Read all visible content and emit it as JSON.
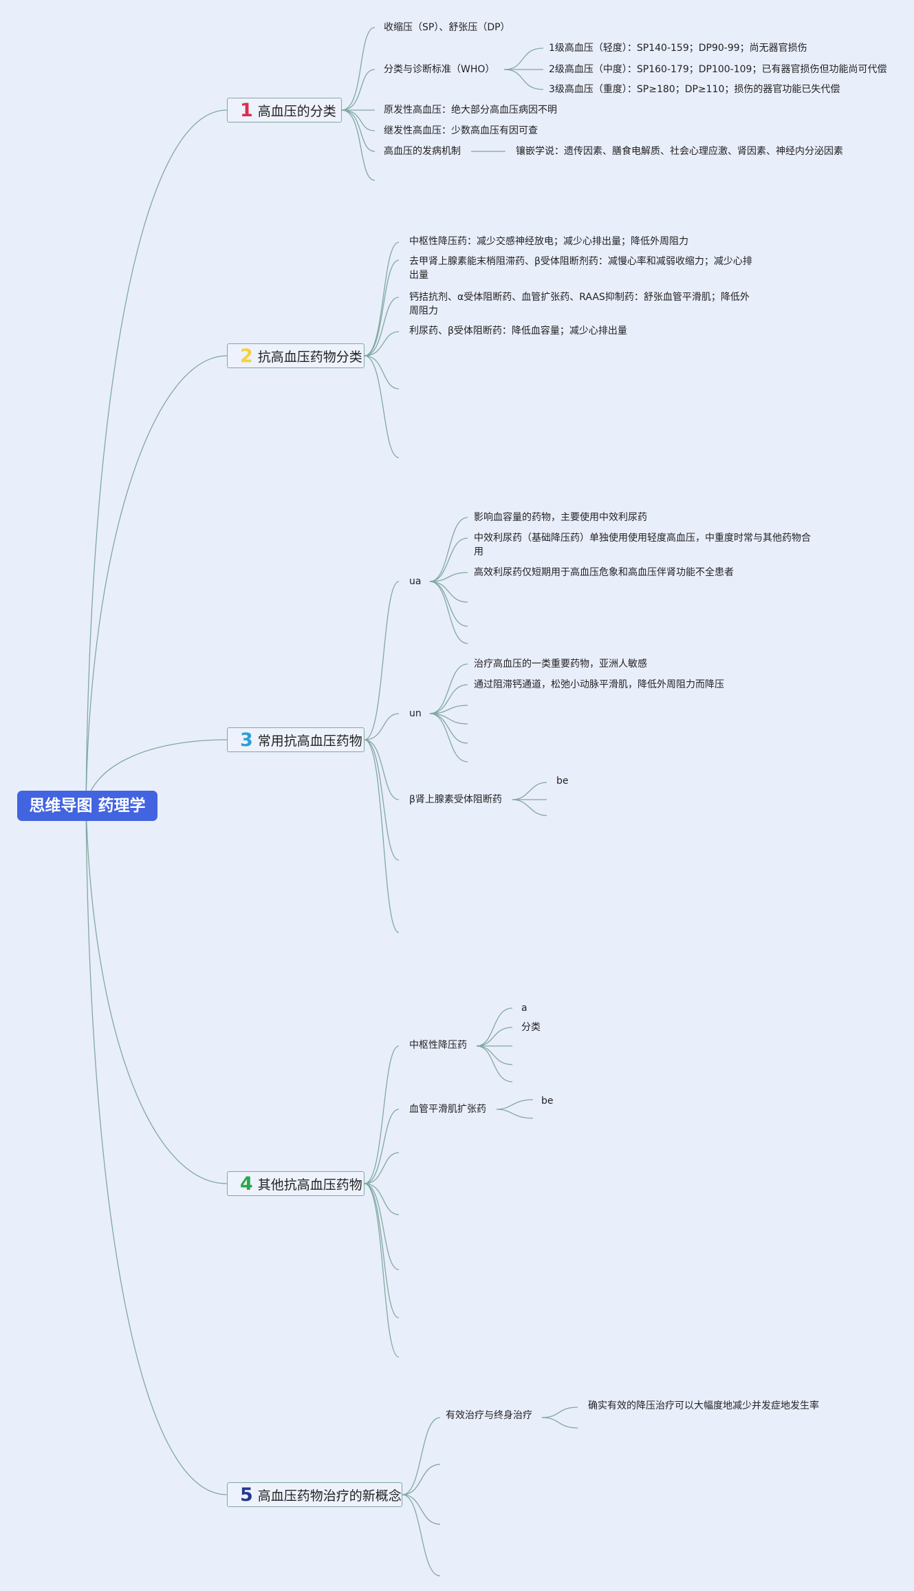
{
  "root": {
    "label": "思维导图 药理学",
    "color": "#4264e0"
  },
  "branches": [
    {
      "num": "1",
      "num_color": "#d92f4e",
      "label": "高血压的分类",
      "children": [
        {
          "text": "收缩压（SP）、舒张压（DP）"
        },
        {
          "text": "分类与诊断标准（WHO）",
          "children": [
            "1级高血压（轻度）：SP140-159；DP90-99；尚无器官损伤",
            "2级高血压（中度）：SP160-179；DP100-109；已有器官损伤但功能尚可代偿",
            "3级高血压（重度）：SP≥180；DP≥110；损伤的器官功能已失代偿"
          ]
        },
        {
          "text": "原发性高血压：绝大部分高血压病因不明"
        },
        {
          "text": "继发性高血压：少数高血压有因可查"
        },
        {
          "text": "高血压的发病机制",
          "children": [
            "镶嵌学说：遗传因素、膳食电解质、社会心理应激、肾因素、神经内分泌因素"
          ]
        }
      ]
    },
    {
      "num": "2",
      "num_color": "#f5d23b",
      "label": "抗高血压药物分类",
      "children": [
        {
          "text": "中枢性降压药：减少交感神经放电；减少心排出量；降低外周阻力"
        },
        {
          "text": "去甲肾上腺素能末梢阻滞药、β受体阻断剂药：减慢心率和减弱收缩力；减少心排出量"
        },
        {
          "text": "钙拮抗剂、α受体阻断药、血管扩张药、RAAS抑制药：舒张血管平滑肌；降低外周阻力"
        },
        {
          "text": "利尿药、β受体阻断药：降低血容量；减少心排出量"
        }
      ]
    },
    {
      "num": "3",
      "num_color": "#2b9fd8",
      "label": "常用抗高血压药物",
      "children": [
        {
          "text": "ua",
          "children": [
            "影响血容量的药物，主要使用中效利尿药",
            "中效利尿药（基础降压药）单独使用使用轻度高血压，中重度时常与其他药物合用",
            "高效利尿药仅短期用于高血压危象和高血压伴肾功能不全患者"
          ]
        },
        {
          "text": "un",
          "children": [
            "治疗高血压的一类重要药物，亚洲人敏感",
            "通过阻滞钙通道，松弛小动脉平滑肌，降低外周阻力而降压"
          ]
        },
        {
          "text": "β肾上腺素受体阻断药",
          "children": [
            "be"
          ]
        }
      ]
    },
    {
      "num": "4",
      "num_color": "#27a84a",
      "label": "其他抗高血压药物",
      "children": [
        {
          "text": "中枢性降压药",
          "children": [
            "a",
            "分类"
          ]
        },
        {
          "text": "血管平滑肌扩张药",
          "children": [
            "be"
          ]
        }
      ]
    },
    {
      "num": "5",
      "num_color": "#233a8f",
      "label": "高血压药物治疗的新概念",
      "children": [
        {
          "text": "有效治疗与终身治疗",
          "children": [
            "确实有效的降压治疗可以大幅度地减少并发症地发生率"
          ]
        }
      ]
    }
  ]
}
